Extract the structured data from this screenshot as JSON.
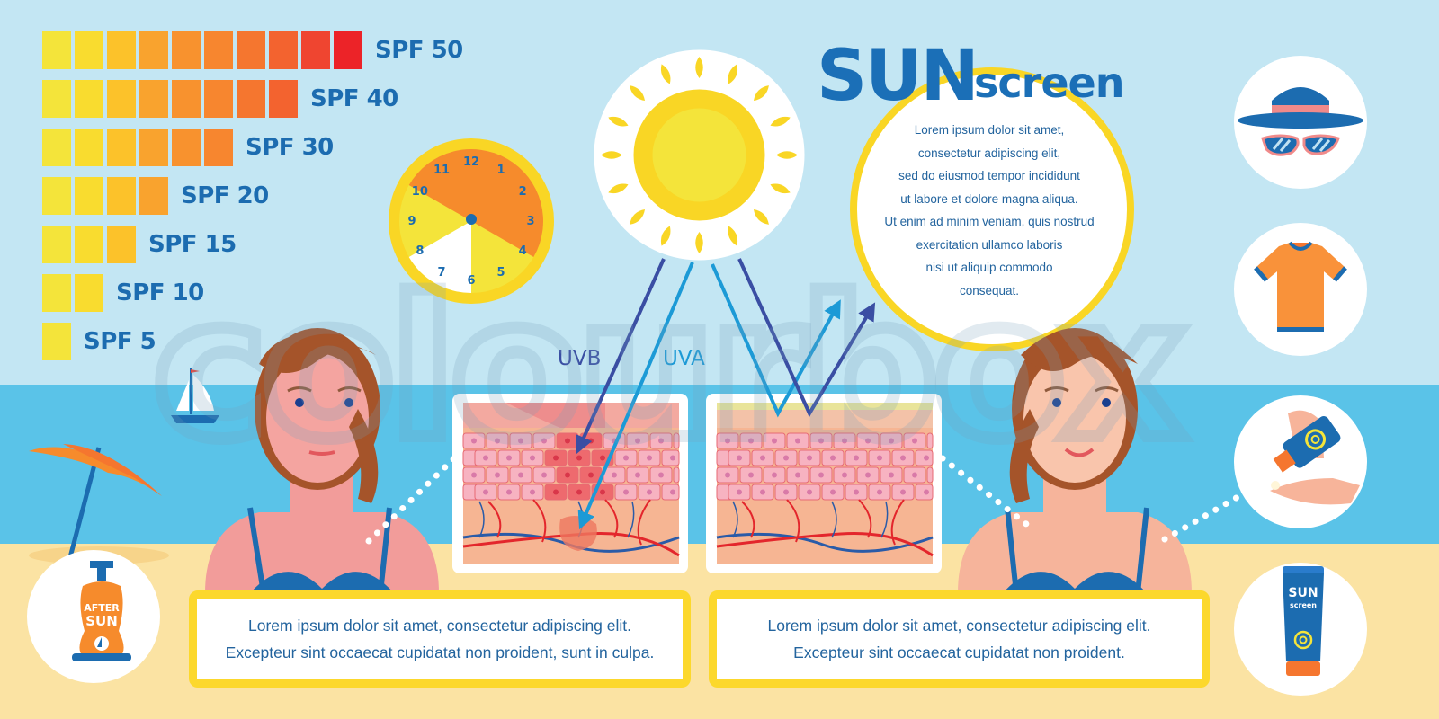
{
  "title": {
    "main": "SUN",
    "sub": "screen"
  },
  "info_circle": {
    "lines": [
      "Lorem ipsum dolor sit amet,",
      "consectetur adipiscing elit,",
      "sed do eiusmod tempor incididunt",
      "ut  labore et dolore magna aliqua.",
      "Ut enim ad minim veniam, quis nostrud",
      "exercitation ullamco laboris",
      "nisi ut aliquip commodo",
      "consequat."
    ]
  },
  "spf_scale": [
    {
      "label": "SPF 50",
      "blocks": 10
    },
    {
      "label": "SPF 40",
      "blocks": 8
    },
    {
      "label": "SPF 30",
      "blocks": 6
    },
    {
      "label": "SPF 20",
      "blocks": 4
    },
    {
      "label": "SPF 15",
      "blocks": 3
    },
    {
      "label": "SPF 10",
      "blocks": 2
    },
    {
      "label": "SPF 5",
      "blocks": 1
    }
  ],
  "spf_colors": [
    "#f4e43a",
    "#f9dc2f",
    "#fcc22a",
    "#f9a32e",
    "#f8922e",
    "#f7862f",
    "#f5762f",
    "#f3632f",
    "#ef4530",
    "#ec2328"
  ],
  "clock": {
    "numbers": [
      "12",
      "1",
      "2",
      "3",
      "4",
      "5",
      "6",
      "7",
      "8",
      "9",
      "10",
      "11"
    ],
    "segments": [
      {
        "from": 10,
        "to": 16,
        "color": "#f68b2c",
        "meaning": "peak sun 10-4"
      },
      {
        "from": 16,
        "to": 18,
        "color": "#f4e43a"
      },
      {
        "from": 18,
        "to": 20,
        "color": "#ffffff"
      },
      {
        "from": 20,
        "to": 22,
        "color": "#f4e43a"
      }
    ],
    "rim_color": "#f9d625"
  },
  "rays": {
    "uvb_label": "UVB",
    "uva_label": "UVA",
    "uvb_color": "#3a4ea3",
    "uva_color": "#1c9ad6"
  },
  "captions": {
    "left": [
      "Lorem ipsum dolor sit amet, consectetur adipiscing elit.",
      "Excepteur sint occaecat cupidatat non proident, sunt in culpa."
    ],
    "right": [
      "Lorem ipsum dolor sit amet, consectetur adipiscing elit.",
      "Excepteur sint occaecat cupidatat non proident."
    ]
  },
  "products": {
    "after_sun": {
      "line1": "AFTER",
      "line2": "SUN"
    },
    "sunscreen_tube": {
      "line1": "SUN",
      "line2": "screen"
    }
  },
  "protection_icons": [
    "hat-and-sunglasses",
    "t-shirt",
    "applying-sunscreen",
    "sunscreen-tube"
  ],
  "watermark": "colourbox",
  "colors": {
    "brand_blue": "#1b6fb7",
    "sky": "#c3e6f3",
    "sea": "#5ac3e8",
    "sand": "#fbe3a3",
    "yellow": "#f9d625"
  }
}
